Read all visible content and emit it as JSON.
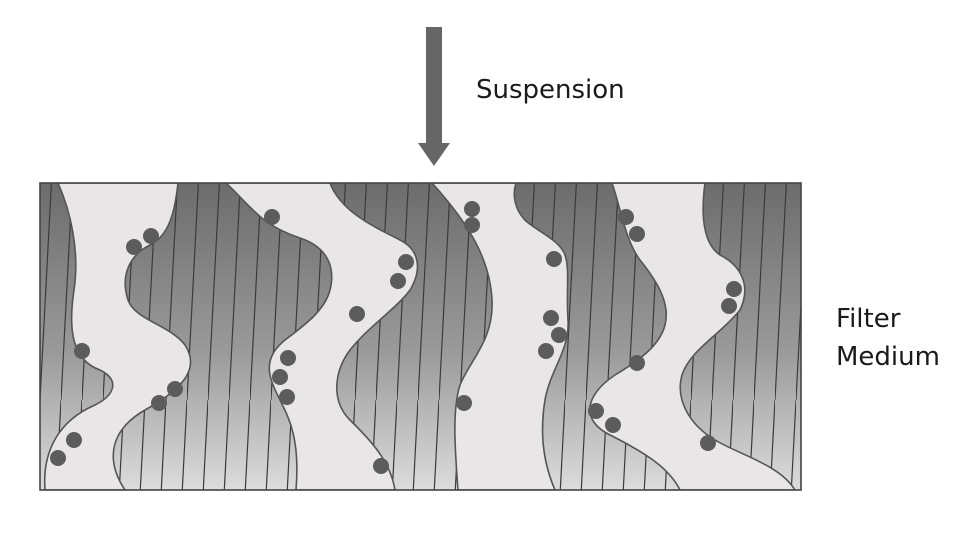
{
  "labels": {
    "suspension": "Suspension",
    "filter_line1": "Filter",
    "filter_line2": "Medium"
  },
  "colors": {
    "medium_dark": "#6f6f6f",
    "medium_light": "#d6d6d6",
    "channel_fill": "#e8e6e6",
    "particle": "#5c5c5c",
    "arrow": "#666666",
    "outline": "#555555"
  }
}
